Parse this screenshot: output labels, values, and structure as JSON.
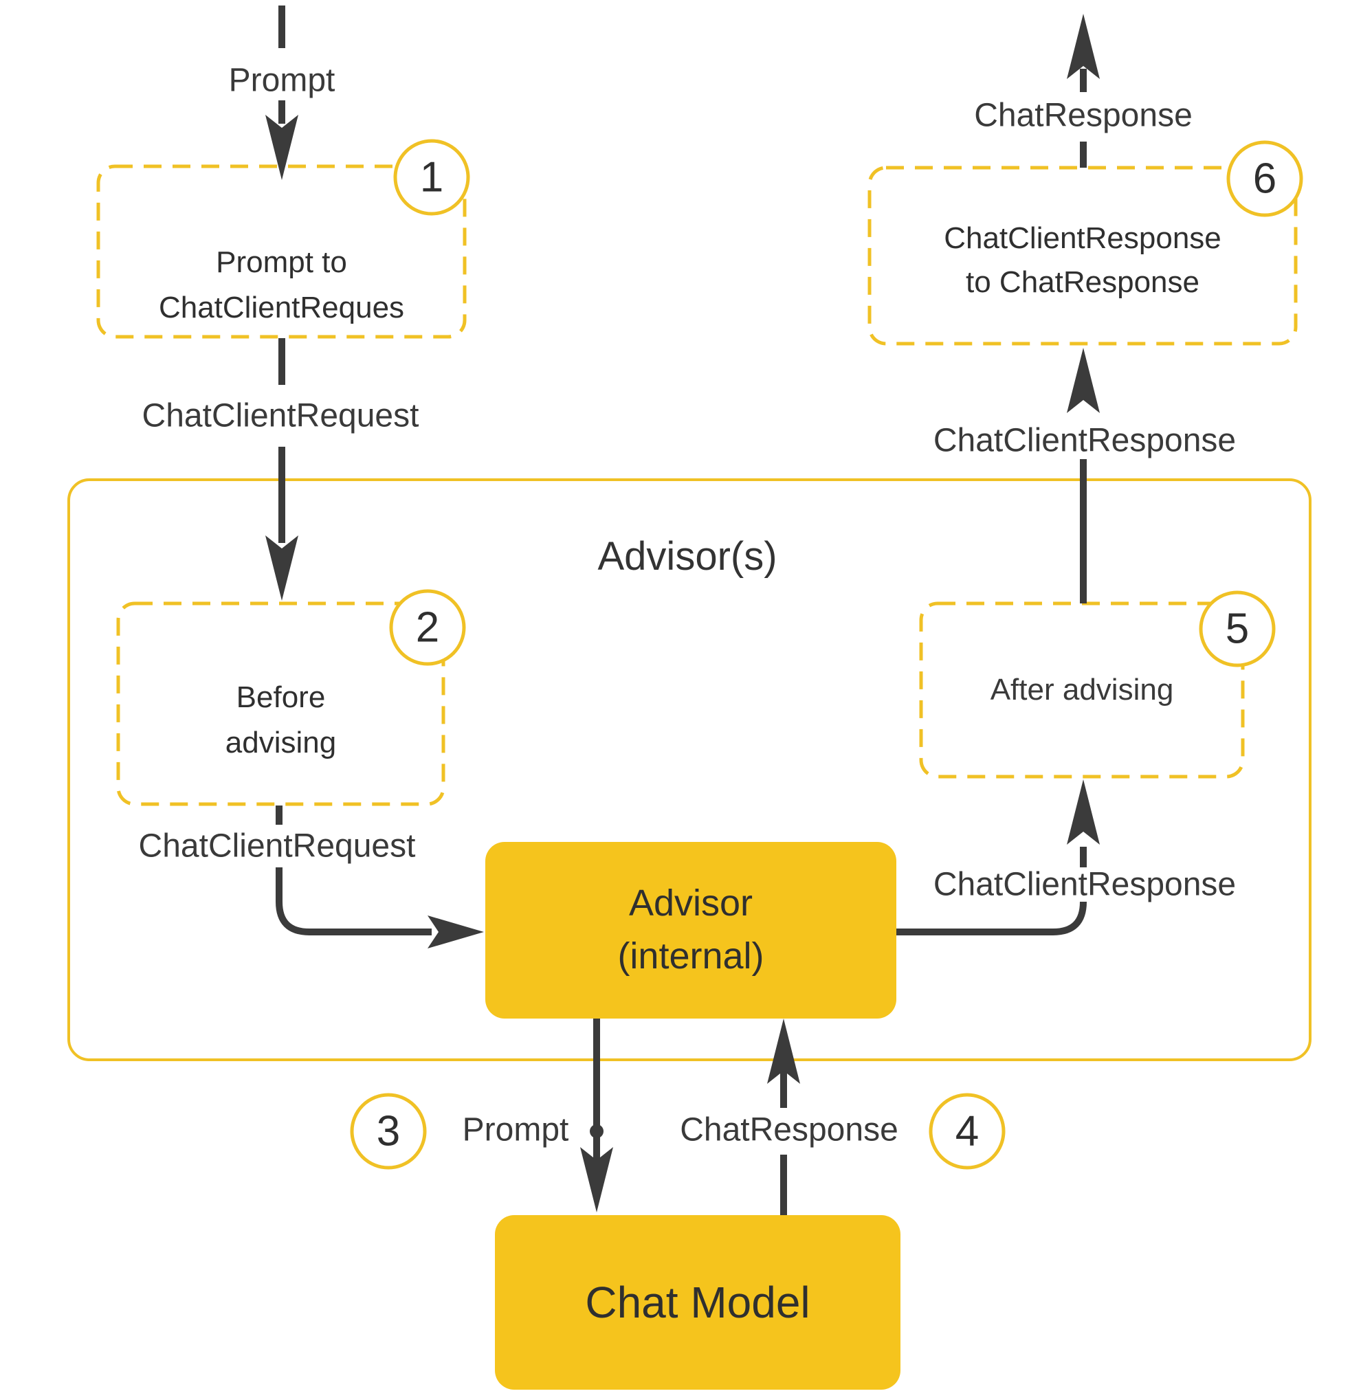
{
  "diagram": {
    "container_title": "Advisor(s)",
    "colors": {
      "accent_stroke": "#F0C125",
      "accent_fill": "#F5C41D",
      "line_dark": "#3B3B3B",
      "text_dark": "#2F2F2F"
    },
    "nodes": {
      "box1": {
        "line1": "Prompt to",
        "line2": "ChatClientReques",
        "badge": "1"
      },
      "box2": {
        "line1": "Before",
        "line2": "advising",
        "badge": "2"
      },
      "box5": {
        "label": "After advising",
        "badge": "5"
      },
      "box6": {
        "line1": "ChatClientResponse",
        "line2": "to ChatResponse",
        "badge": "6"
      },
      "advisor_internal": {
        "line1": "Advisor",
        "line2": "(internal)"
      },
      "chat_model": {
        "label": "Chat Model"
      },
      "badge3": "3",
      "badge4": "4"
    },
    "labels": {
      "prompt_top": "Prompt",
      "chat_client_request_1": "ChatClientRequest",
      "chat_client_request_2": "ChatClientRequest",
      "chat_client_response_inner": "ChatClientResponse",
      "chat_client_response_outer": "ChatClientResponse",
      "chat_response_top": "ChatResponse",
      "prompt_bottom": "Prompt",
      "chat_response_bottom": "ChatResponse"
    }
  }
}
